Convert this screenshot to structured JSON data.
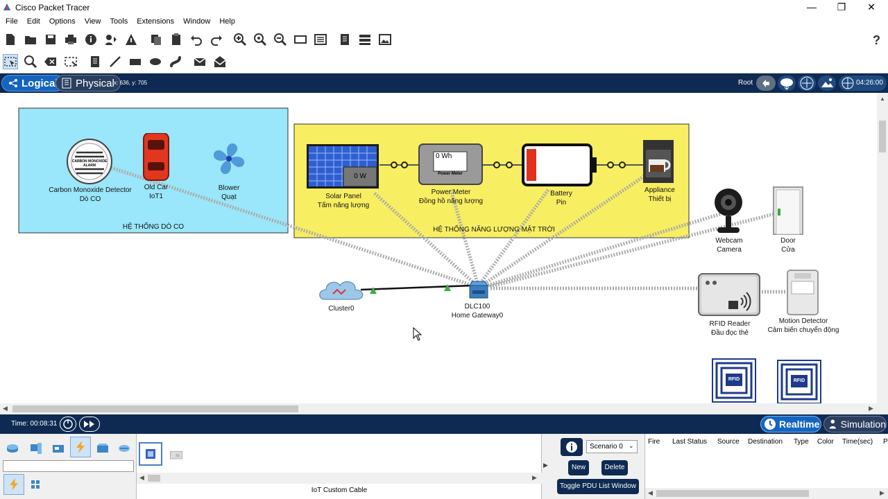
{
  "window": {
    "title": "Cisco Packet Tracer"
  },
  "menu": [
    "File",
    "Edit",
    "Options",
    "View",
    "Tools",
    "Extensions",
    "Window",
    "Help"
  ],
  "nav": {
    "logical": "Logical",
    "physical": "Physical",
    "coords": "x: 636, y: 705",
    "root": "Root",
    "clock": "04:26:00"
  },
  "canvas": {
    "clusters": {
      "co": "HỆ THỐNG DÒ CO",
      "solar": "HỆ THỐNG NĂNG LƯỢNG MẶT TRỜI"
    },
    "devices": {
      "co_detector": {
        "l1": "Carbon Monoxide Detector",
        "l2": "Dò CO",
        "face": "CARBON MONOXIDE ALARM"
      },
      "old_car": {
        "l1": "Old Car",
        "l2": "IoT1"
      },
      "blower": {
        "l1": "Blower",
        "l2": "Quạt"
      },
      "solar_panel": {
        "l1": "Solar Panel",
        "l2": "Tấm năng lượng",
        "readout": "0 W"
      },
      "power_meter": {
        "l1": "Power Meter",
        "l2": "Đồng hồ năng lượng",
        "readout": "0 Wh",
        "face": "Power Meter"
      },
      "battery": {
        "l1": "Battery",
        "l2": "Pin"
      },
      "appliance": {
        "l1": "Appliance",
        "l2": "Thiết bị"
      },
      "webcam": {
        "l1": "Webcam",
        "l2": "Camera"
      },
      "door": {
        "l1": "Door",
        "l2": "Cửa"
      },
      "cluster0": {
        "l1": "Cluster0"
      },
      "gateway": {
        "l1": "DLC100",
        "l2": "Home Gateway0"
      },
      "rfid_reader": {
        "l1": "RFID Reader",
        "l2": "Đầu đọc thẻ"
      },
      "motion": {
        "l1": "Motion Detector",
        "l2": "Cảm biến chuyển động"
      },
      "rfid_card": "RFID"
    }
  },
  "timebar": {
    "time": "Time: 00:08:31",
    "realtime": "Realtime",
    "simulation": "Simulation"
  },
  "bottom": {
    "cable_label": "IoT Custom Cable",
    "scenario": "Scenario 0",
    "new_btn": "New",
    "delete_btn": "Delete",
    "toggle_btn": "Toggle PDU List Window",
    "pdu_columns": [
      "Fire",
      "Last Status",
      "Source",
      "Destination",
      "Type",
      "Color",
      "Time(sec)",
      "P"
    ]
  }
}
